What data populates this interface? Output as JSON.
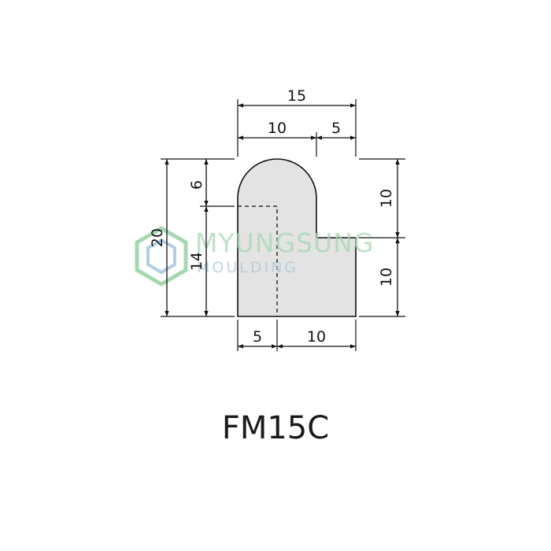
{
  "watermark": {
    "brand_top": "MYUNGSUNG",
    "brand_bottom": "MOULDING",
    "colors": {
      "green": "#8fcf9f",
      "blue": "#9fc3da"
    }
  },
  "dimensions": {
    "top_overall": "15",
    "top_left": "10",
    "top_right": "5",
    "left_overall": "20",
    "left_upper": "6",
    "left_lower": "14",
    "right_upper": "10",
    "right_lower": "10",
    "bottom_left": "5",
    "bottom_right": "10"
  },
  "profile": {
    "fill_color": "#e3e3e3"
  },
  "model_code": "FM15C"
}
